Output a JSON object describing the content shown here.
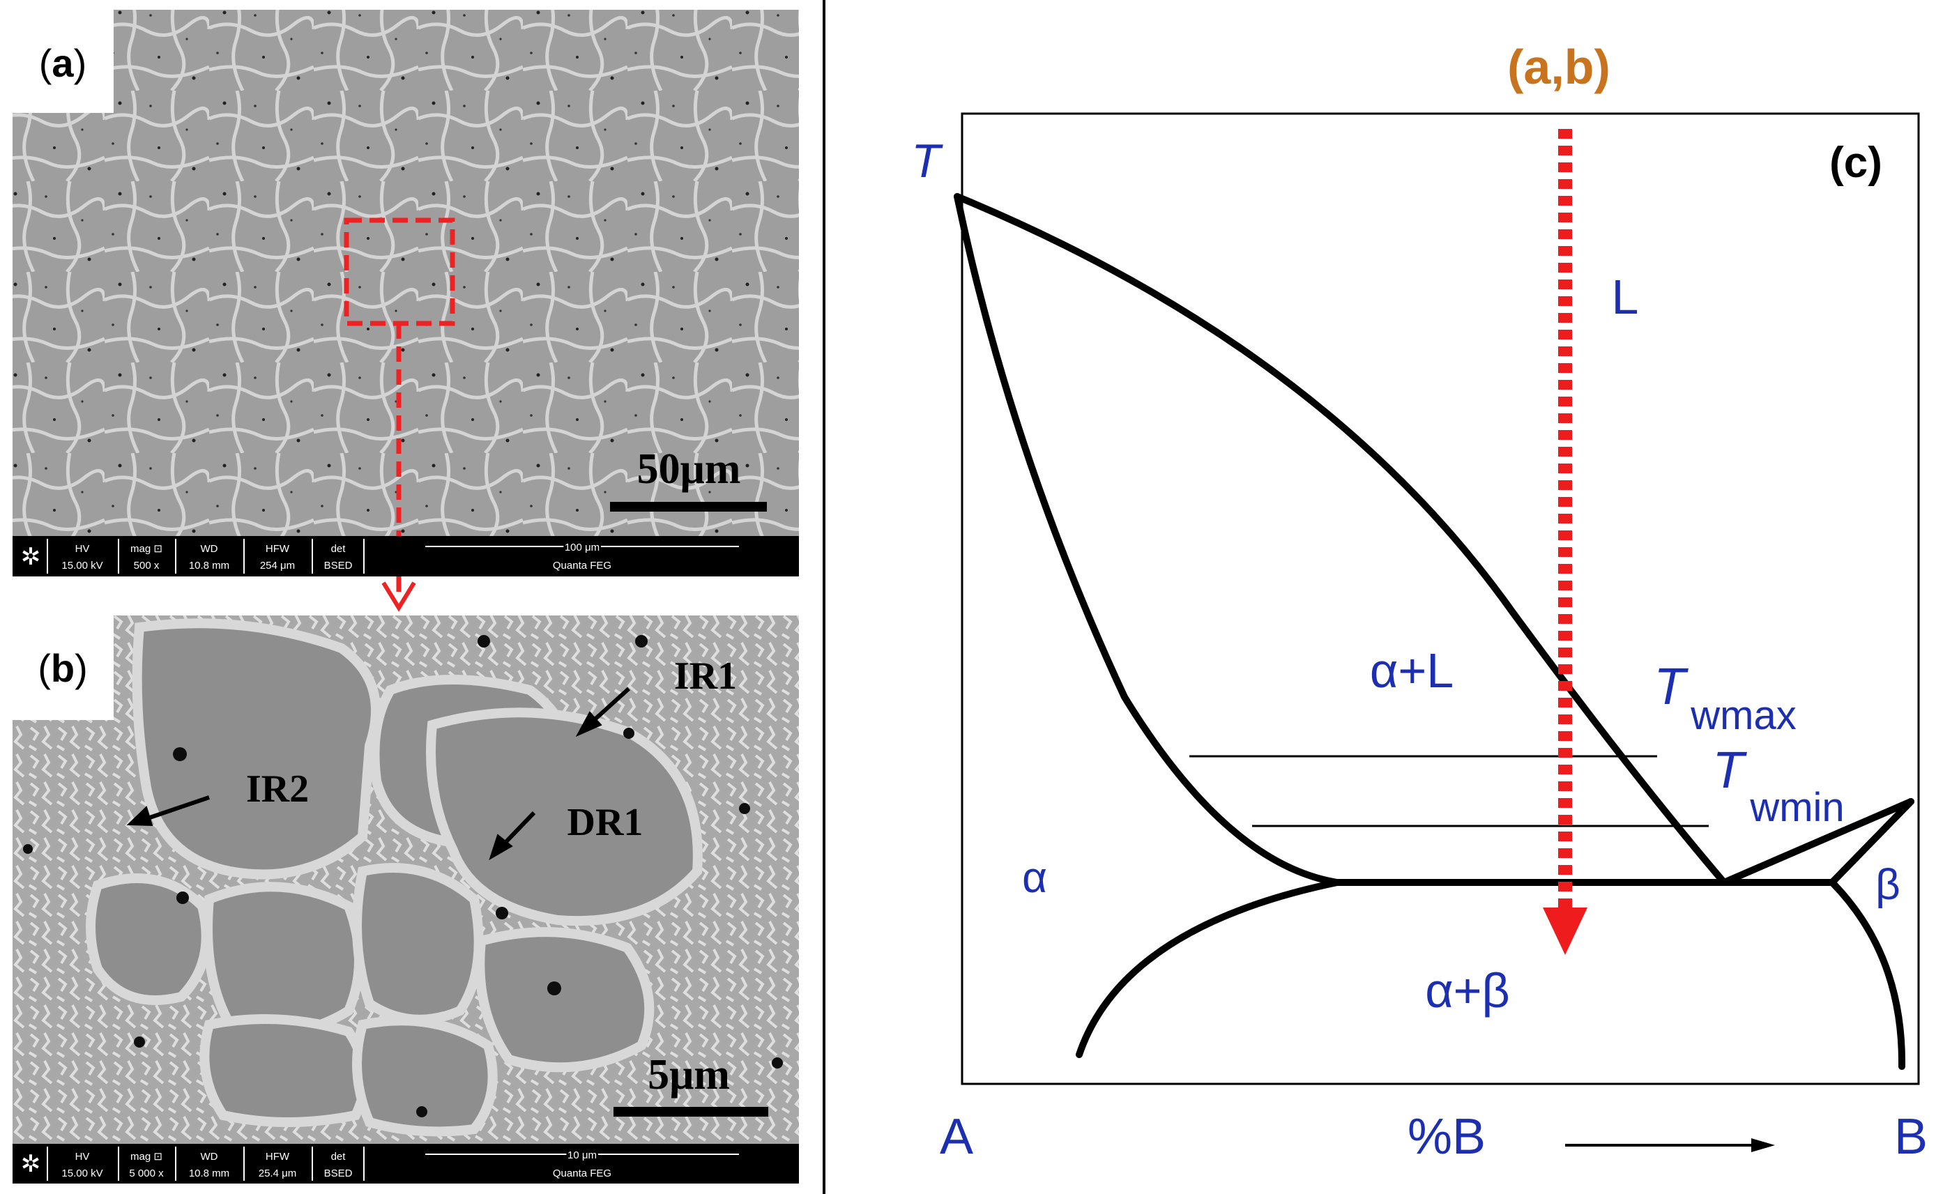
{
  "panel_a": {
    "label_letter": "a",
    "scale_text": "50μm",
    "sem_bar": {
      "hv_label": "HV",
      "hv_value": "15.00 kV",
      "mag_label": "mag ⊡",
      "mag_value": "500 x",
      "wd_label": "WD",
      "wd_value": "10.8 mm",
      "hfw_label": "HFW",
      "hfw_value": "254 μm",
      "det_label": "det",
      "det_value": "BSED",
      "scale_value": "100 μm",
      "instrument": "Quanta FEG"
    }
  },
  "panel_b": {
    "label_letter": "b",
    "scale_text": "5μm",
    "annotations": {
      "ir1": "IR1",
      "ir2": "IR2",
      "dr1": "DR1"
    },
    "sem_bar": {
      "hv_label": "HV",
      "hv_value": "15.00 kV",
      "mag_label": "mag ⊡",
      "mag_value": "5 000 x",
      "wd_label": "WD",
      "wd_value": "10.8 mm",
      "hfw_label": "HFW",
      "hfw_value": "25.4 μm",
      "det_label": "det",
      "det_value": "BSED",
      "scale_value": "10 μm",
      "instrument": "Quanta FEG"
    }
  },
  "panel_c": {
    "panel_label": "(c)",
    "top_label": "(a,b)",
    "axis_y_label": "T",
    "corner_left": "A",
    "corner_right": "B",
    "x_axis_label": "%B",
    "regions": {
      "liquid": "L",
      "alpha_liquid": "α+L",
      "alpha": "α",
      "beta": "β",
      "alpha_beta": "α+β"
    },
    "twmax_T": "T",
    "twmax_sub": "wmax",
    "twmin_T": "T",
    "twmin_sub": "wmin",
    "colors": {
      "blue_text": "#1c2fb0",
      "orange_text": "#c8741e",
      "red_arrow": "#ee1c1c"
    }
  },
  "colors": {
    "highlight_red": "#ee2222",
    "sem_bar": "#000000"
  }
}
